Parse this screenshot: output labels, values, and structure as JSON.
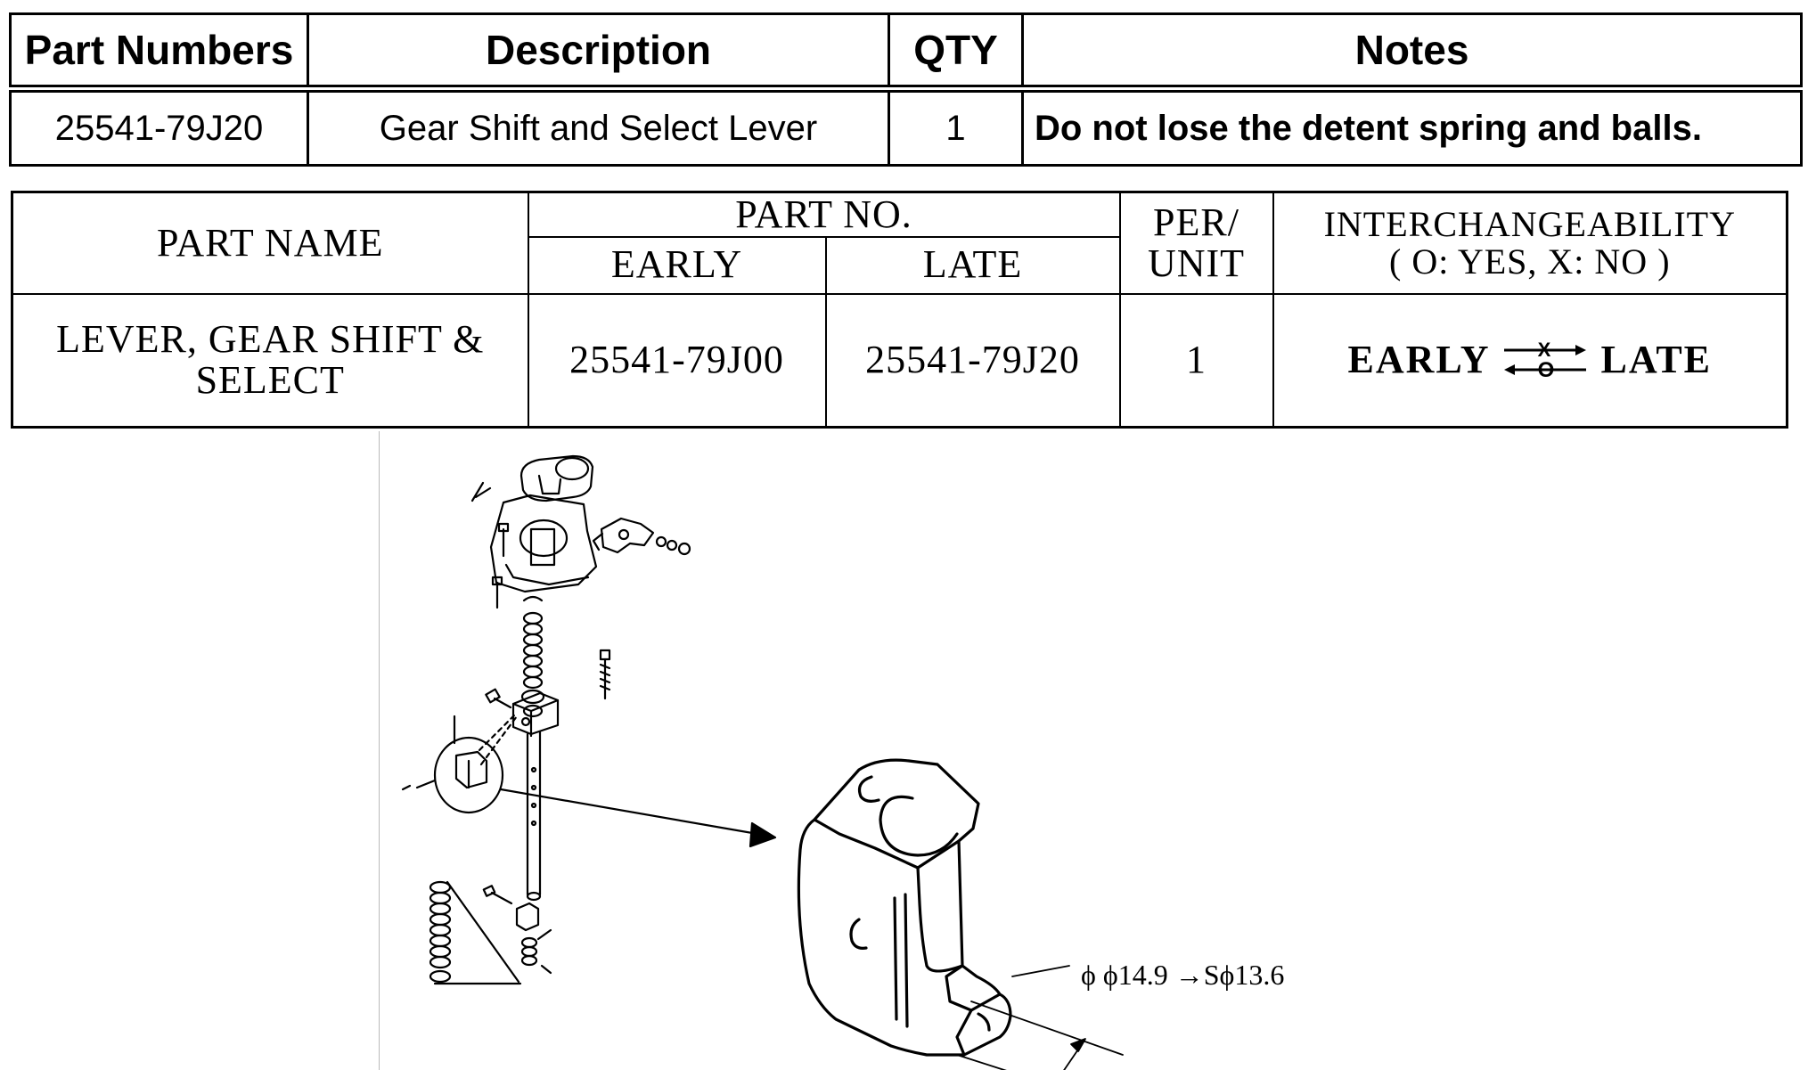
{
  "parts_table": {
    "headers": [
      "Part Numbers",
      "Description",
      "QTY",
      "Notes"
    ],
    "row": {
      "part_number": "25541-79J20",
      "description": "Gear Shift and Select Lever",
      "qty": "1",
      "notes": "Do not lose the detent spring and balls."
    }
  },
  "interchange_table": {
    "part_name_header": "PART NAME",
    "part_no_header": "PART NO.",
    "early_header": "EARLY",
    "late_header": "LATE",
    "per_unit_header_line1": "PER/",
    "per_unit_header_line2": "UNIT",
    "interchangeability_header_line1": "INTERCHANGEABILITY",
    "interchangeability_header_line2": "( O: YES,  X: NO )",
    "part_name_line1": "LEVER, GEAR SHIFT &",
    "part_name_line2": "SELECT",
    "early_part_no": "25541-79J00",
    "late_part_no": "25541-79J20",
    "per_unit": "1",
    "interchange_early": "EARLY",
    "interchange_late": "LATE",
    "forward_symbol": "X",
    "backward_symbol": "O"
  },
  "diagram": {
    "dimension_label": "ϕ ϕ14.9 →Sϕ13.6",
    "icons": [
      "exploded-assembly-drawing",
      "lever-detail-drawing",
      "callout-arrow-icon",
      "dimension-arrow-icon"
    ]
  }
}
